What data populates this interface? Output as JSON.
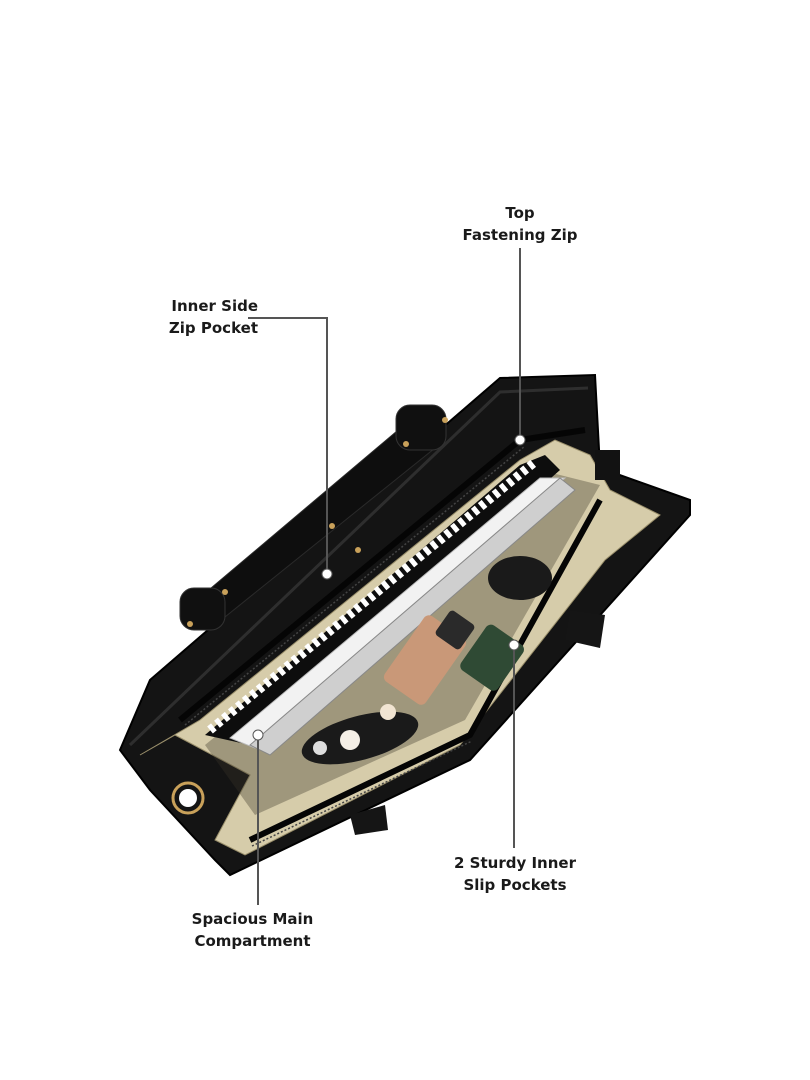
{
  "callouts": {
    "top_zip": {
      "line1": "Top",
      "line2": "Fastening Zip"
    },
    "inner_side": {
      "line1": "Inner Side",
      "line2": "Zip Pocket"
    },
    "slip_pockets": {
      "line1": "2 Sturdy Inner",
      "line2": "Slip Pockets"
    },
    "main_compartment": {
      "line1": "Spacious Main",
      "line2": "Compartment"
    }
  },
  "colors": {
    "bag_black": "#111111",
    "lining": "#d8cfae",
    "leader_line": "#555555",
    "hardware_gold": "#c9a15a"
  }
}
